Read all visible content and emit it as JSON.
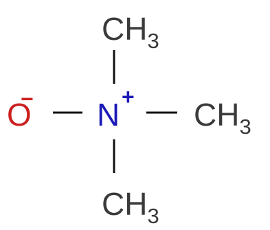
{
  "molecule": {
    "colors": {
      "carbon": "#3a3a3a",
      "nitrogen": "#1a1ab8",
      "oxygen": "#cc1f1f",
      "bond": "#111111"
    },
    "methyl_top": {
      "main": "CH",
      "sub": "3"
    },
    "methyl_right": {
      "main": "CH",
      "sub": "3"
    },
    "methyl_bottom": {
      "main": "CH",
      "sub": "3"
    },
    "nitrogen": {
      "symbol": "N",
      "charge": "+"
    },
    "oxygen": {
      "symbol": "O",
      "charge": "−"
    }
  }
}
